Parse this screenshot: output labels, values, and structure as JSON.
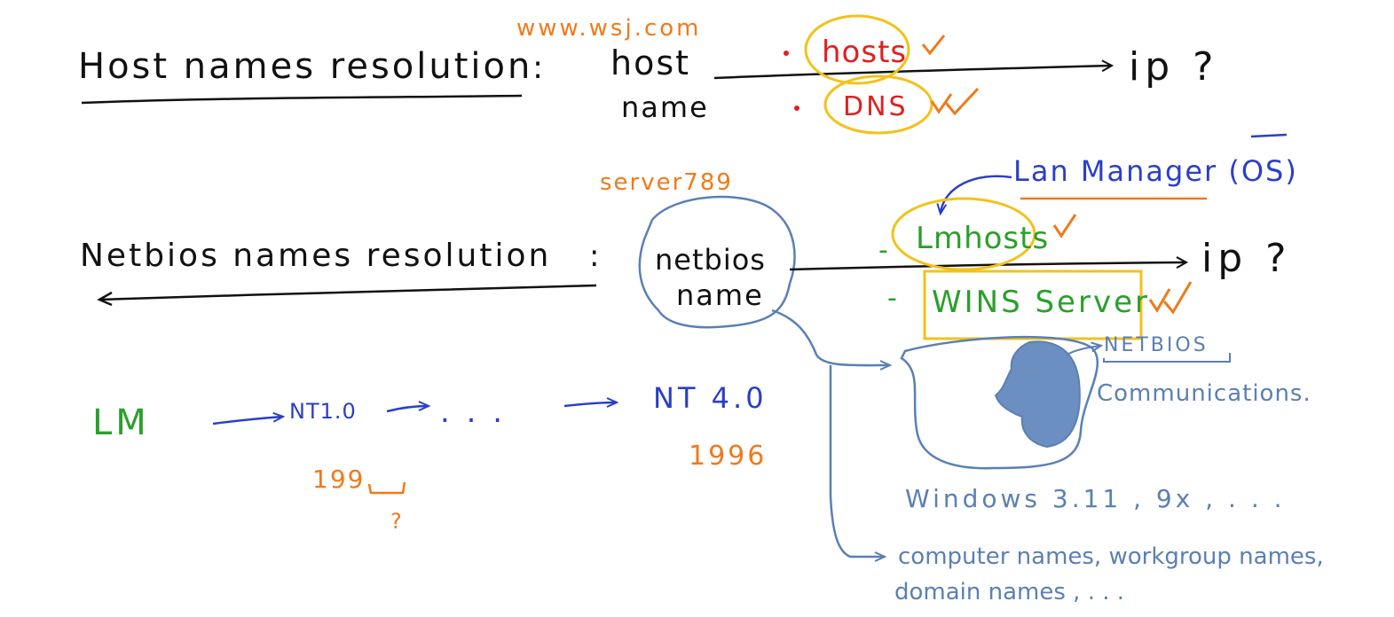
{
  "colors": {
    "ink": "#111111",
    "orange": "#f07a1a",
    "red": "#e02020",
    "yellow": "#f2c21b",
    "blue": "#2a3fc7",
    "green": "#2aa02a",
    "steel": "#5b7fb5",
    "fill": "#6b8fc0"
  },
  "host_section": {
    "label": "Host names resolution",
    "colon": ":",
    "subject_line1": "host",
    "subject_line2": "name",
    "example": "www.wsj.com",
    "method1": "hosts",
    "method2": "DNS",
    "target": "ip ?"
  },
  "netbios_section": {
    "label": "Netbios names resolution",
    "colon": ":",
    "subject_line1": "netbios",
    "subject_line2": "name",
    "example": "server789",
    "os_label": "Lan Manager (OS)",
    "method1": "Lmhosts",
    "method2": "WINS Server",
    "target": "ip ?",
    "dash": "-",
    "netbios_comm_1": "NETBIOS",
    "netbios_comm_2": "Communications.",
    "windows_note": "Windows 3.11 , 9x , . . .",
    "names_line1": "computer names, workgroup names,",
    "names_line2": "domain names , . . ."
  },
  "timeline": {
    "lm": "LM",
    "nt1": "NT1.0",
    "dots": ". . .",
    "nt4": "NT 4.0",
    "year_nt1": "199",
    "year_nt1_unknown": "?",
    "year_nt4": "1996"
  },
  "icons": [
    "checkmark-icon",
    "double-checkmark-icon"
  ]
}
